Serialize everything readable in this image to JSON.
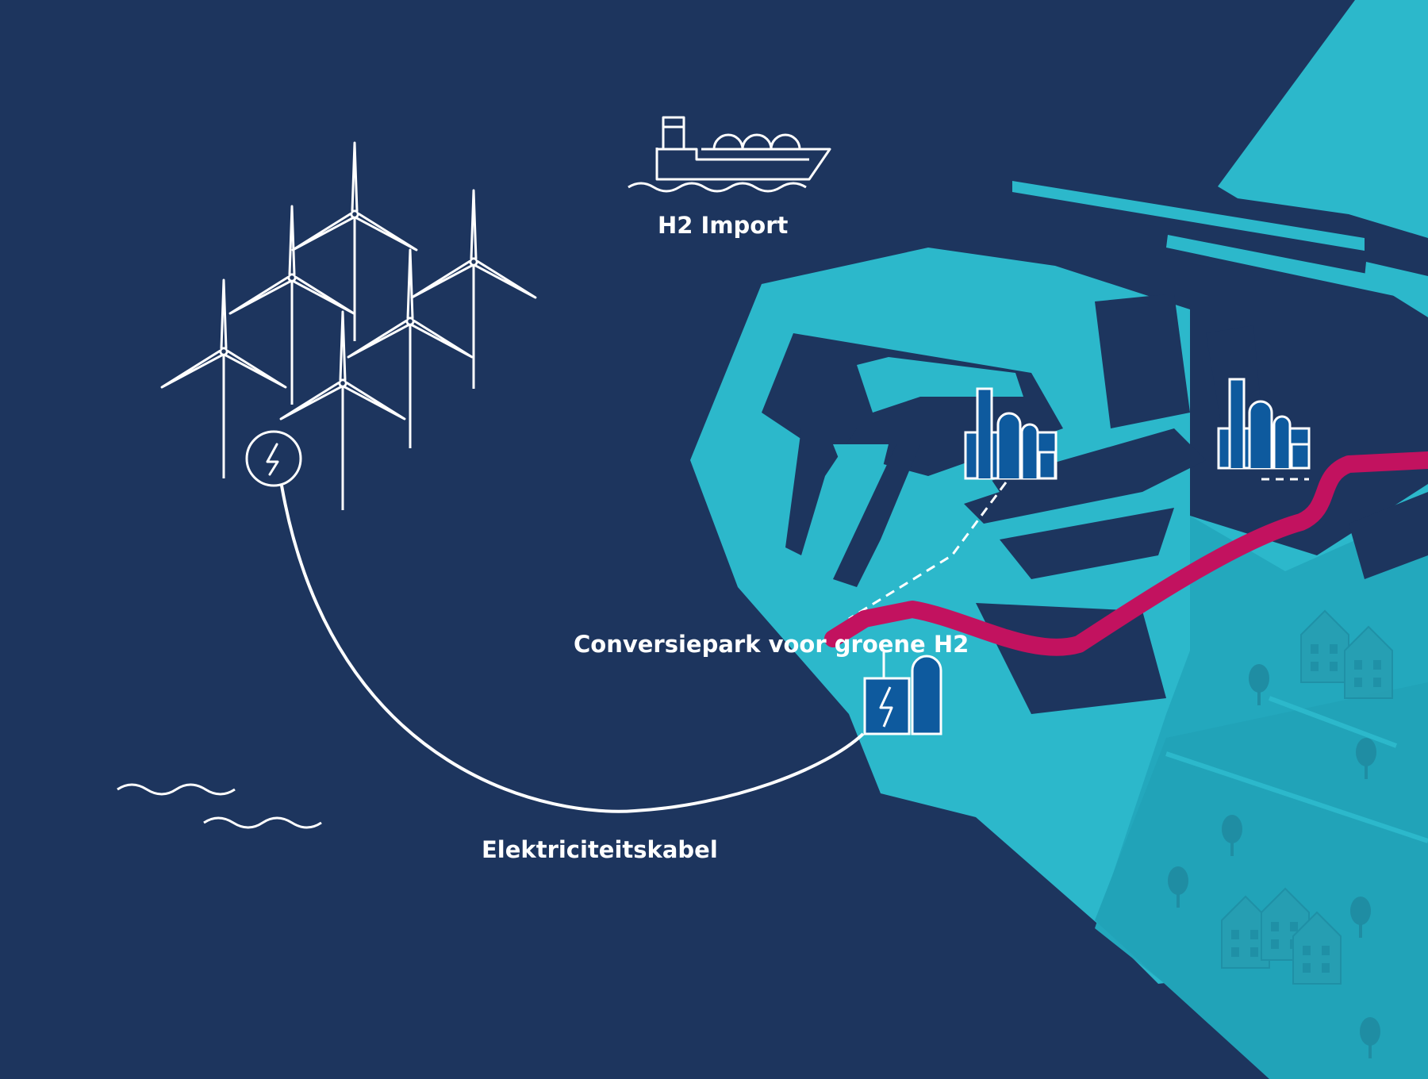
{
  "labels": {
    "h2_import": "H2 Import",
    "conversion_park": "Conversiepark voor groene H2",
    "electricity_cable": "Elektriciteitskabel"
  },
  "colors": {
    "sea": "#1d355e",
    "land": "#2cb8cb",
    "land_inland": "#23a8bd",
    "pipeline": "#c2125f",
    "industry": "#0e5a9e",
    "lines": "#ffffff"
  },
  "icons": [
    "wind-turbine-icon",
    "substation-icon",
    "tanker-ship-icon",
    "factory-icon",
    "electrolyzer-icon",
    "house-icon",
    "tree-icon",
    "wave-icon"
  ]
}
